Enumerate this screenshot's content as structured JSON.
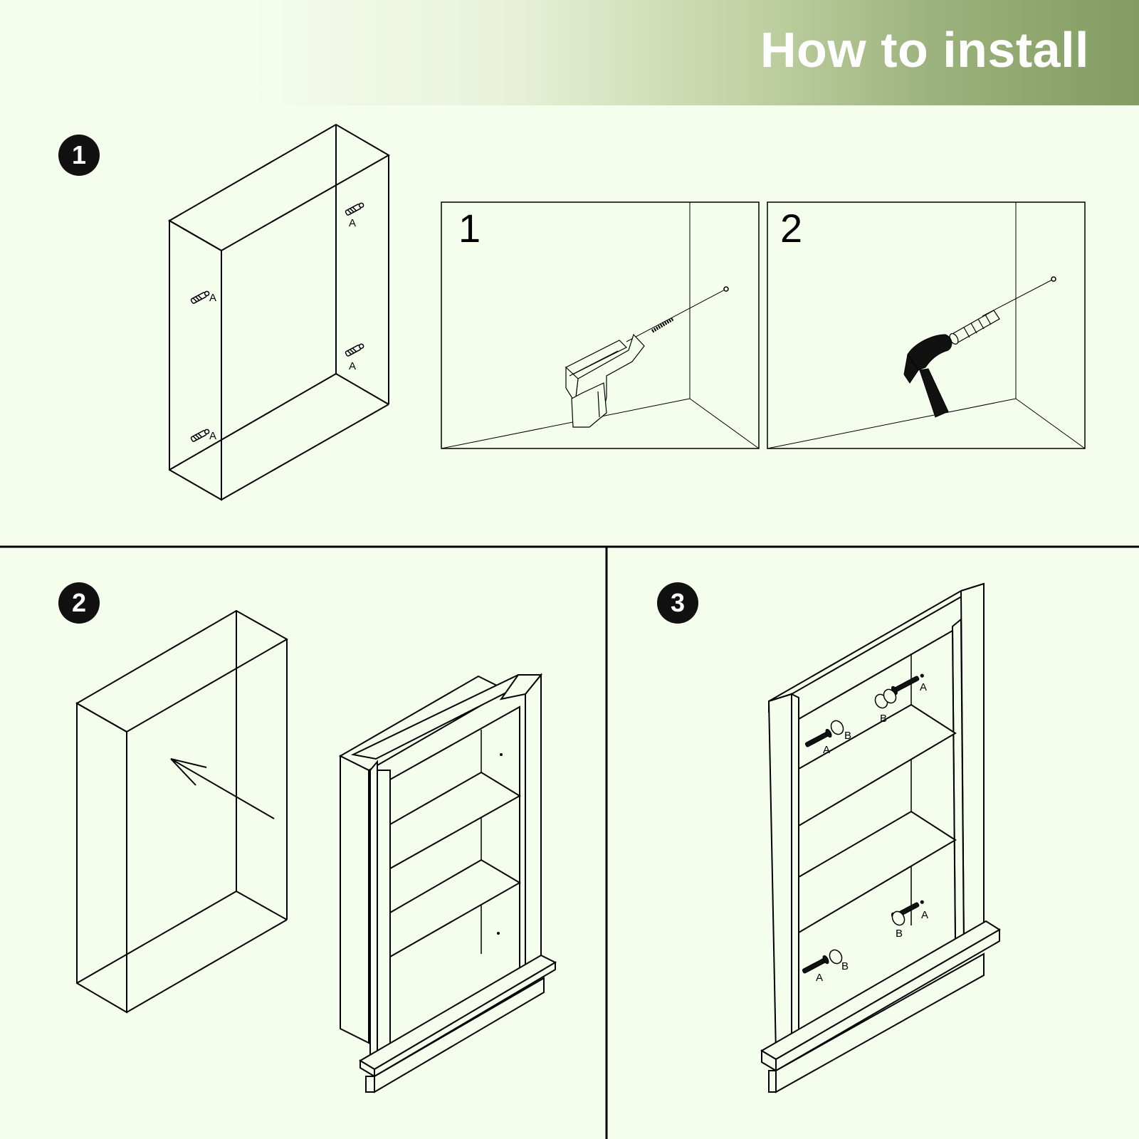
{
  "header": {
    "title": "How to install"
  },
  "steps": [
    {
      "badge": "1"
    },
    {
      "badge": "2"
    },
    {
      "badge": "3"
    }
  ],
  "step1": {
    "panels": [
      {
        "number": "1"
      },
      {
        "number": "2"
      }
    ],
    "labels": [
      "A",
      "A",
      "A",
      "A"
    ]
  },
  "step3": {
    "labels": [
      "A",
      "B",
      "A",
      "B",
      "A",
      "B",
      "A",
      "B"
    ]
  },
  "colors": {
    "background": "#f5fdec",
    "header_accent": "#829c62",
    "ink": "#000000"
  }
}
